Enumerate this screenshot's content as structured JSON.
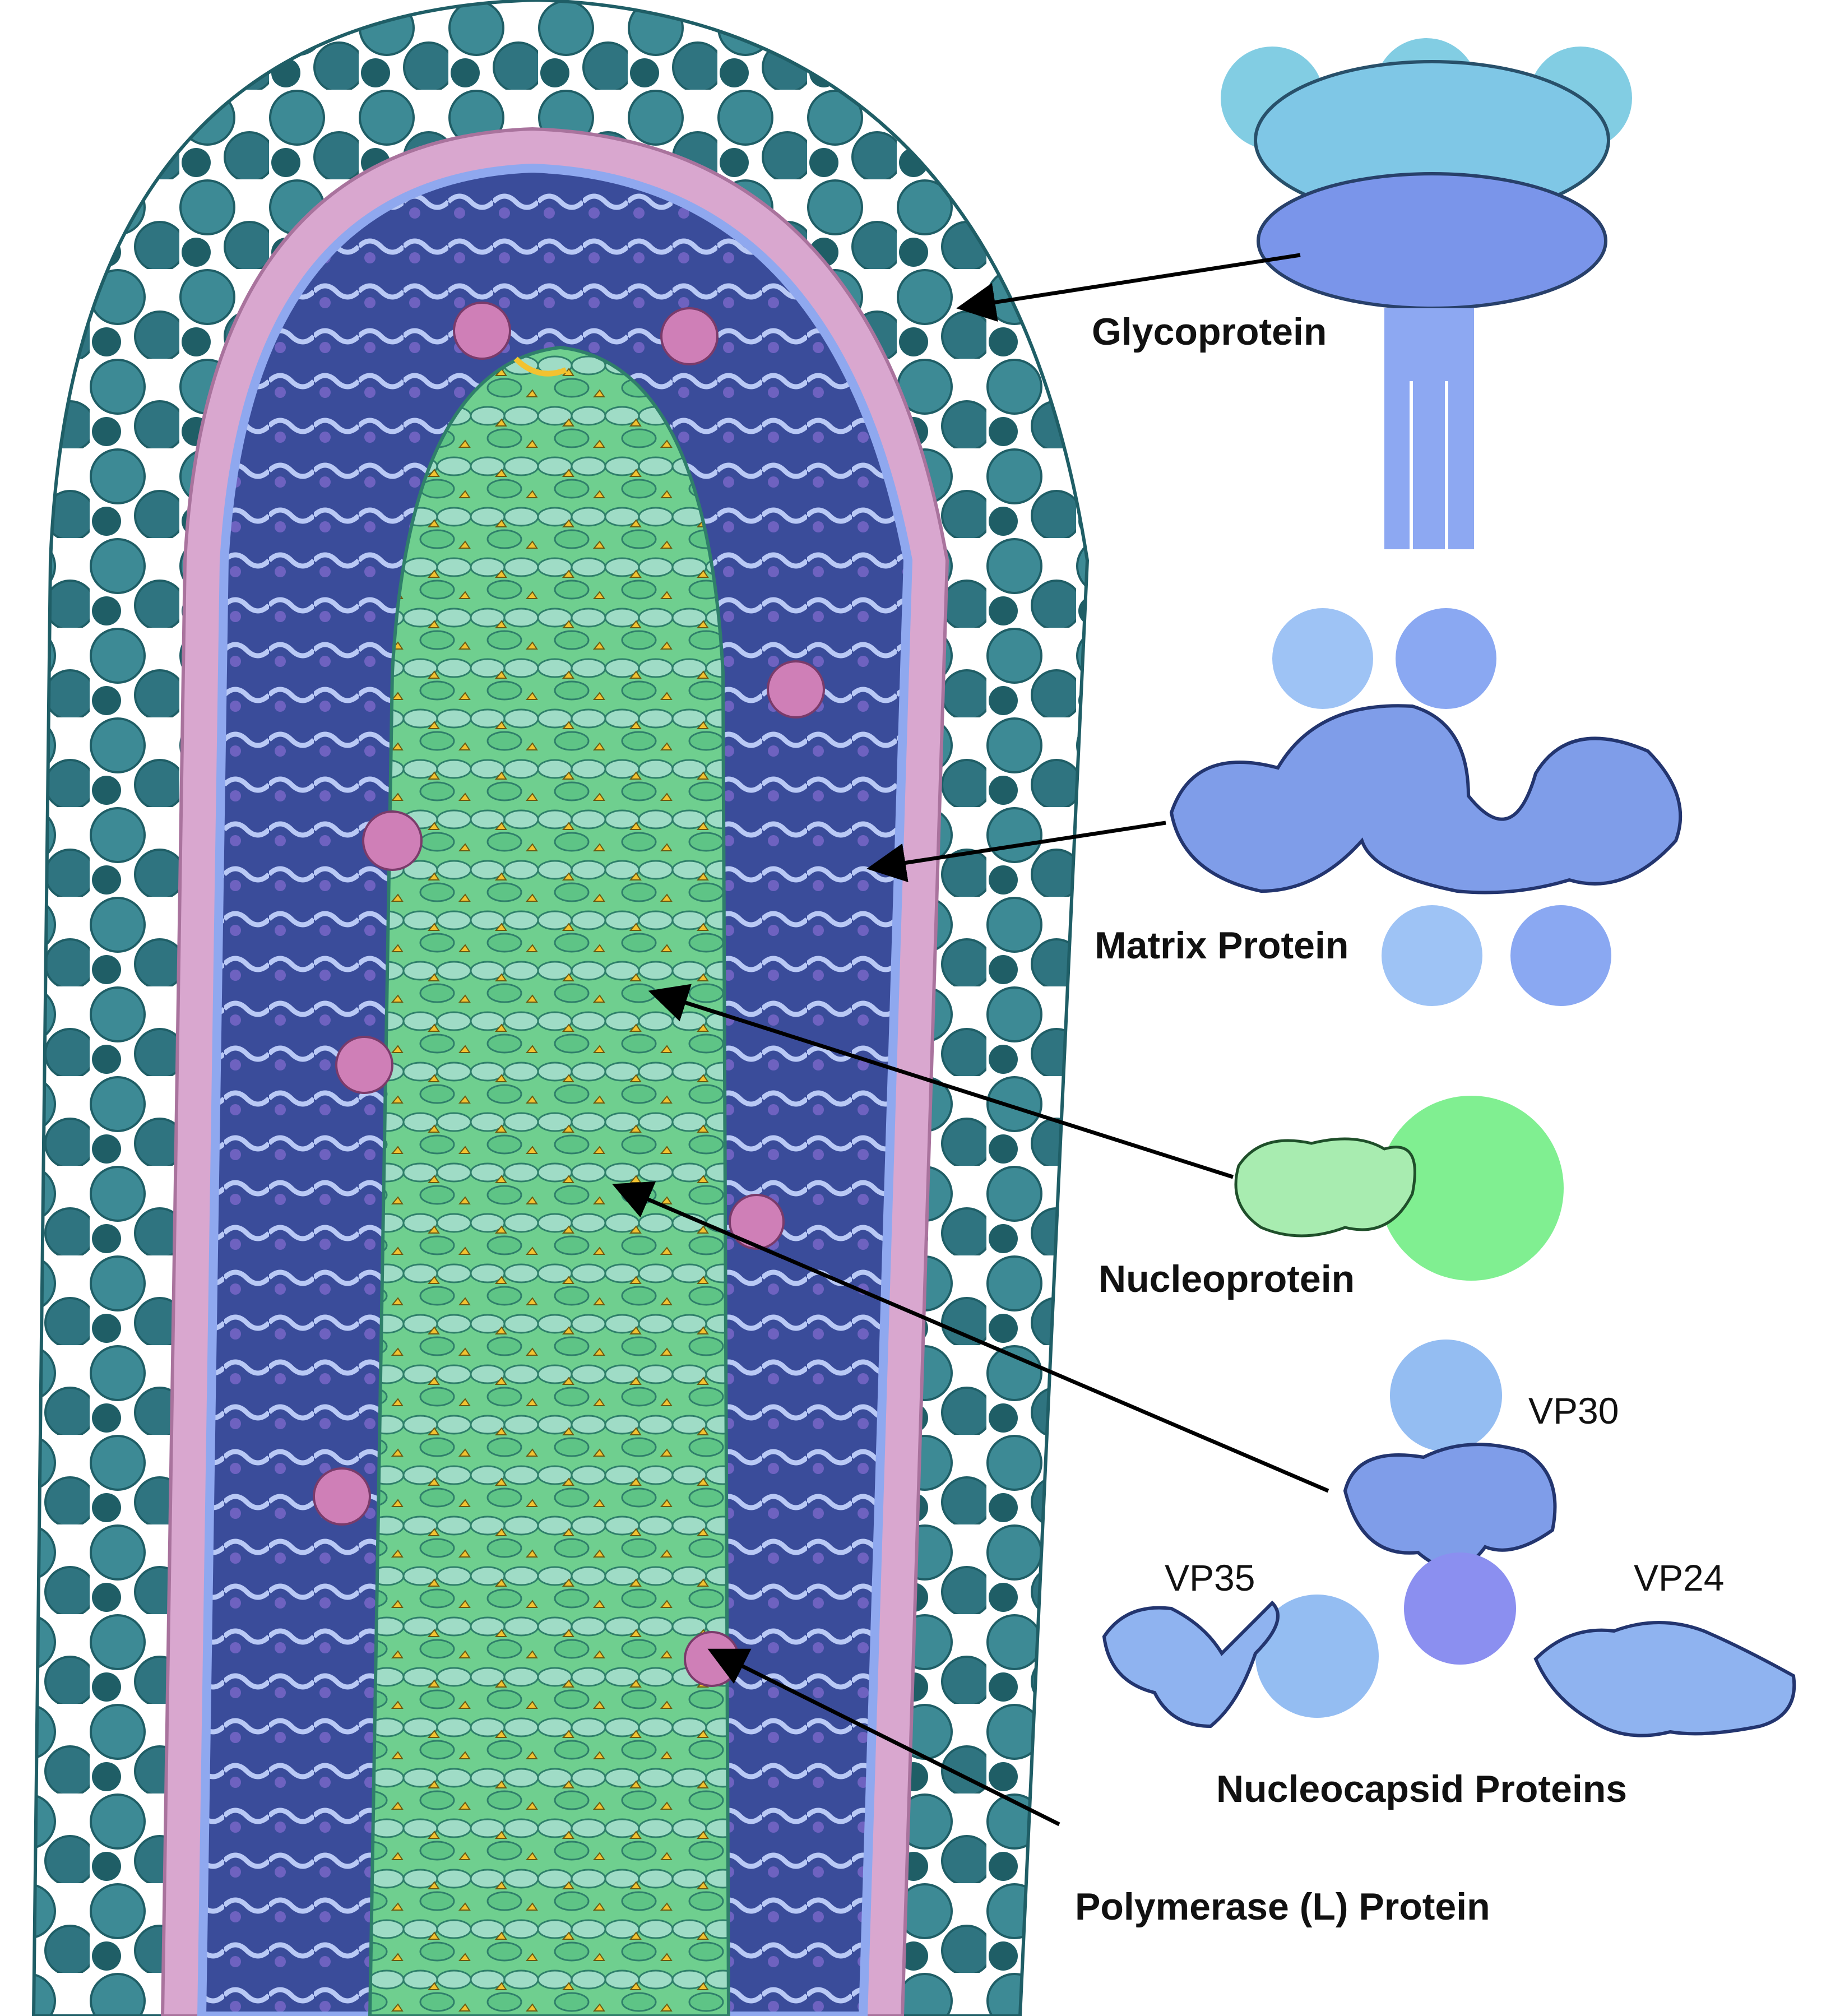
{
  "colors": {
    "background": "#ffffff",
    "glycoprotein_spike": "#3d8a95",
    "glycoprotein_dark": "#1f5e66",
    "membrane": "#d9a7cf",
    "matrix_protein": "#8fa8ef",
    "matrix_dark": "#4b5fb0",
    "interior": "#3a4c9a",
    "nucleoprotein": "#6fcf8f",
    "nucleoprotein_light": "#9fdcc6",
    "rna": "#f2c230",
    "polymerase": "#cf7fb7",
    "vp30_circle": "#94bdf2",
    "vp35_circle": "#94bdf2",
    "vp24_circle": "#8b8ff0",
    "matrix_circle_a": "#9ec3f5",
    "matrix_circle_b": "#8aa8f2",
    "glyco_circle": "#82cde3",
    "nucleo_circle": "#80ef91",
    "arrow": "#000000"
  },
  "labels": {
    "glycoprotein": "Glycoprotein",
    "matrix_protein": "Matrix Protein",
    "nucleoprotein": "Nucleoprotein",
    "vp30": "VP30",
    "vp35": "VP35",
    "vp24": "VP24",
    "nucleocapsid_proteins": "Nucleocapsid Proteins",
    "polymerase": "Polymerase (L) Protein"
  },
  "icons": {
    "virion": "ebola-virion-cross-section",
    "glycoprotein_structure": "glycoprotein-trimer-icon",
    "matrix_structure": "matrix-protein-dimer-icon",
    "nucleoprotein_structure": "nucleoprotein-icon",
    "vp30_structure": "vp30-icon",
    "vp35_structure": "vp35-icon",
    "vp24_structure": "vp24-icon"
  }
}
